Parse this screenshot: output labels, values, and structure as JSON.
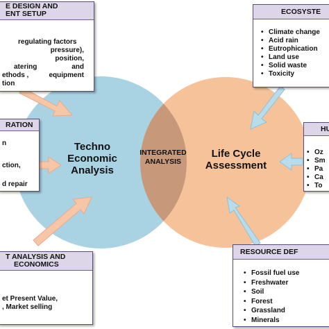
{
  "circles": {
    "left_label": [
      "Techno",
      "Economic",
      "Analysis"
    ],
    "right_label": [
      "Life Cycle",
      "Assessment"
    ],
    "center_label": [
      "INTEGRATED",
      "ANALYSIS"
    ],
    "colors": {
      "left": "#a9d3e3",
      "right": "#f6c29a",
      "overlap": "#c7987a"
    }
  },
  "boxes": {
    "process_design": {
      "title": [
        "E DESIGN AND",
        "ENT SETUP"
      ],
      "lines": [
        "regulating factors",
        "pressure),",
        "position,",
        "atering",
        "and",
        "ethods ,",
        "equipment",
        "tion"
      ]
    },
    "operation": {
      "title": "RATION",
      "lines": [
        "n",
        "ction,",
        "d repair"
      ]
    },
    "cost_analysis": {
      "title": [
        "T ANALYSIS AND",
        "ECONOMICS"
      ],
      "lines": [
        "et Present Value,",
        ", Market selling"
      ]
    },
    "ecosystem": {
      "title": "ECOSYSTE",
      "items": [
        "Climate change",
        "Acid rain",
        "Eutrophication",
        "Land use",
        "Solid waste",
        "Toxicity"
      ]
    },
    "human": {
      "title": "HU",
      "items": [
        "Oz",
        "Sm",
        "Pa",
        "Ca",
        "To"
      ]
    },
    "resource": {
      "title": "RESOURCE DEF",
      "items": [
        "Fossil fuel use",
        "Freshwater",
        "Soil",
        "Forest",
        "Grassland",
        "Minerals"
      ]
    }
  },
  "arrow_colors": {
    "orange": "#f7c6a6",
    "blue": "#b9dcea"
  }
}
